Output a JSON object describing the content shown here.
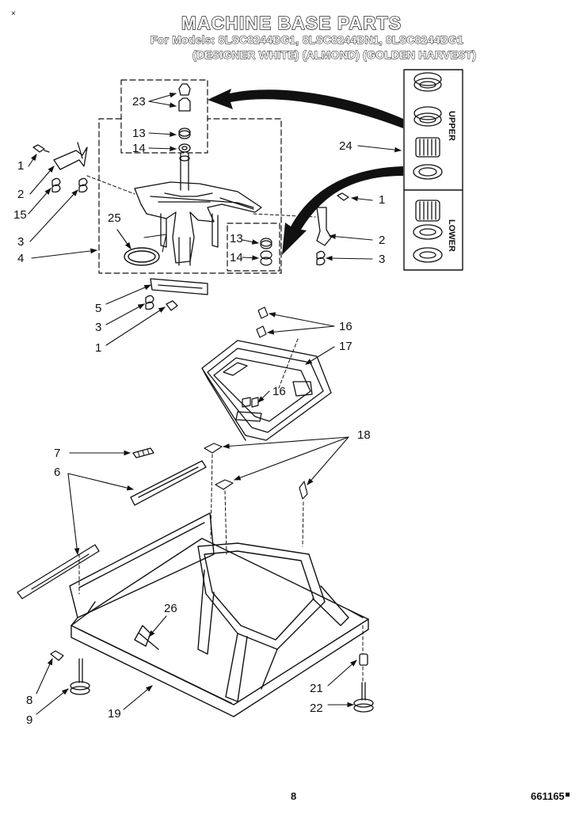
{
  "header": {
    "title": "MACHINE BASE PARTS",
    "models_line": "For Models: 8LSC8244BG1, 8LSC8244BN1, 8LSC8244BG1",
    "colors_line": "(DESIGNER WHITE) (ALMOND) (GOLDEN HARVEST)",
    "corner_mark": "×"
  },
  "footer": {
    "page_number": "8",
    "drawing_code": "661165"
  },
  "kit_labels": {
    "upper": "UPPER",
    "lower": "LOWER"
  },
  "callouts": {
    "c23": "23",
    "c13_top": "13",
    "c14_top": "14",
    "c24": "24",
    "c1_left": "1",
    "c2_left": "2",
    "c15": "15",
    "c3_left": "3",
    "c4": "4",
    "c25": "25",
    "c1_right": "1",
    "c2_right": "2",
    "c3_right": "3",
    "c13_inset": "13",
    "c14_inset": "14",
    "c5": "5",
    "c3_lower": "3",
    "c1_lower": "1",
    "c16_top": "16",
    "c17": "17",
    "c16_mid": "16",
    "c18": "18",
    "c7": "7",
    "c6": "6",
    "c26": "26",
    "c8": "8",
    "c9": "9",
    "c19": "19",
    "c21": "21",
    "c22": "22"
  }
}
